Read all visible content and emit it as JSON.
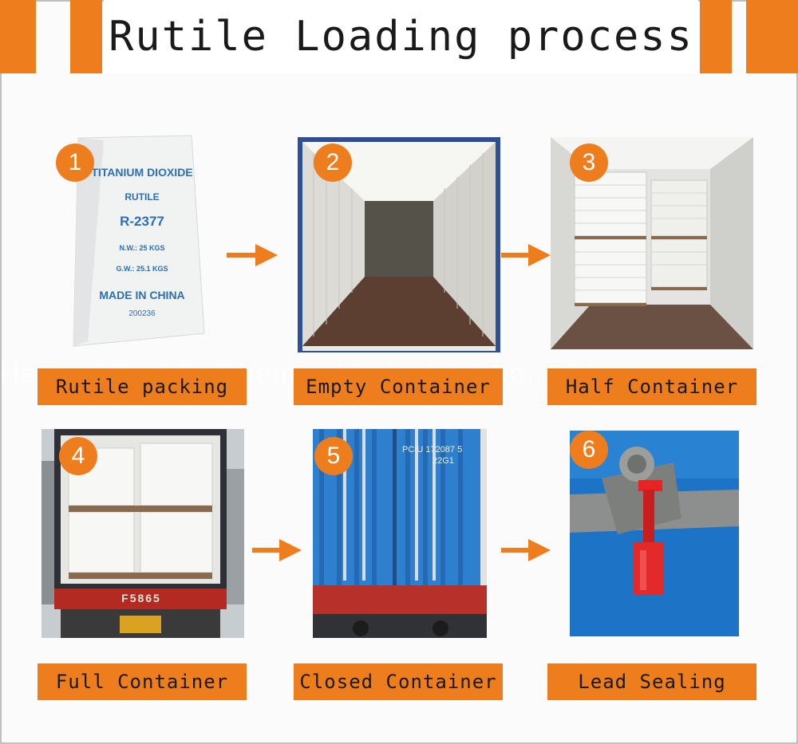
{
  "header": {
    "title": "Rutile Loading process"
  },
  "colors": {
    "accent": "#ee7d1e",
    "container_blue": "#1e6fc8",
    "seal_red": "#e02020"
  },
  "steps": [
    {
      "number": "1",
      "label": "Rutile packing",
      "bag": {
        "line1": "TITANIUM DIOXIDE",
        "line2": "RUTILE",
        "line3": "R-2377",
        "line4": "N.W.: 25 KGS",
        "line5": "G.W.: 25.1 KGS",
        "line6": "MADE IN CHINA",
        "line7": "200236"
      }
    },
    {
      "number": "2",
      "label": "Empty Container"
    },
    {
      "number": "3",
      "label": "Half Container"
    },
    {
      "number": "4",
      "label": "Full Container",
      "plate": "F5865"
    },
    {
      "number": "5",
      "label": "Closed Container",
      "code": "PCIU 172087 5",
      "type_code": "22G1"
    },
    {
      "number": "6",
      "label": "Lead Sealing"
    }
  ],
  "watermark": "Henan Win Win Chemical Industrial Co., Ltd"
}
